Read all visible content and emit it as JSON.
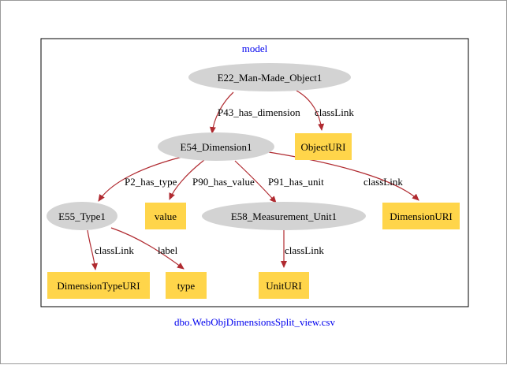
{
  "cluster": {
    "title": "model",
    "footer": "dbo.WebObjDimensionsSplit_view.csv"
  },
  "colors": {
    "ellipse_fill": "#d3d3d3",
    "box_fill": "#ffd54a",
    "edge": "#b02a30",
    "label_blue": "#0000ee"
  },
  "nodes": {
    "e22": "E22_Man-Made_Object1",
    "objecturi": "ObjectURI",
    "e54": "E54_Dimension1",
    "e55": "E55_Type1",
    "value": "value",
    "e58": "E58_Measurement_Unit1",
    "dimensionuri": "DimensionURI",
    "dimensiontypeuri": "DimensionTypeURI",
    "type": "type",
    "uniturl": "UnitURI"
  },
  "edges": {
    "p43": "P43_has_dimension",
    "classlink_obj": "classLink",
    "p2": "P2_has_type",
    "p90": "P90_has_value",
    "p91": "P91_has_unit",
    "classlink_dim": "classLink",
    "classlink_type": "classLink",
    "label": "label",
    "classlink_unit": "classLink"
  }
}
